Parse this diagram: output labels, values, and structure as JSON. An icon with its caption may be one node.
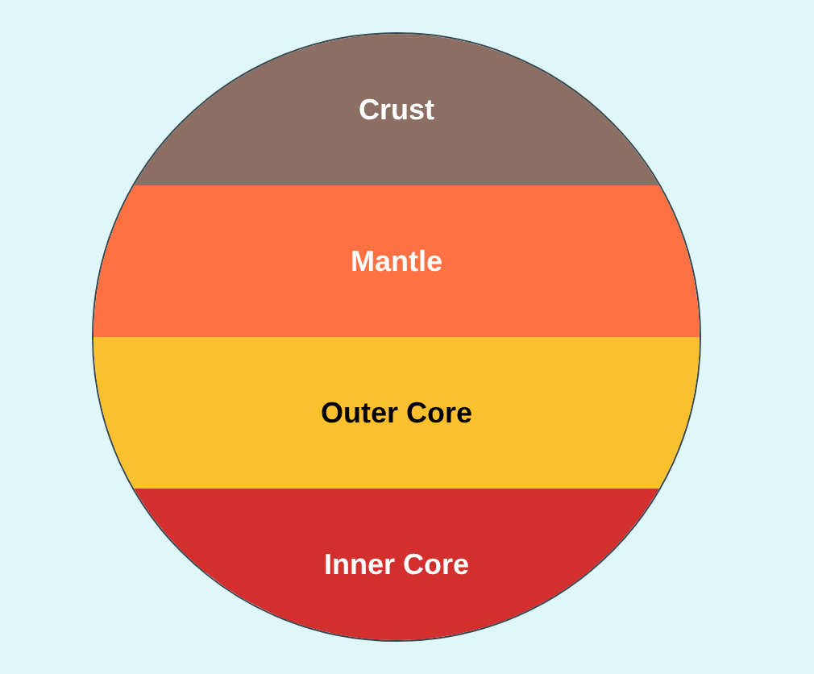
{
  "diagram": {
    "nodes": [
      {
        "text": [
          "Crust"
        ]
      },
      {
        "text": [
          "Mantle"
        ]
      },
      {
        "text": [
          "Outer Core"
        ]
      },
      {
        "text": [
          "Inner Core"
        ]
      }
    ]
  }
}
